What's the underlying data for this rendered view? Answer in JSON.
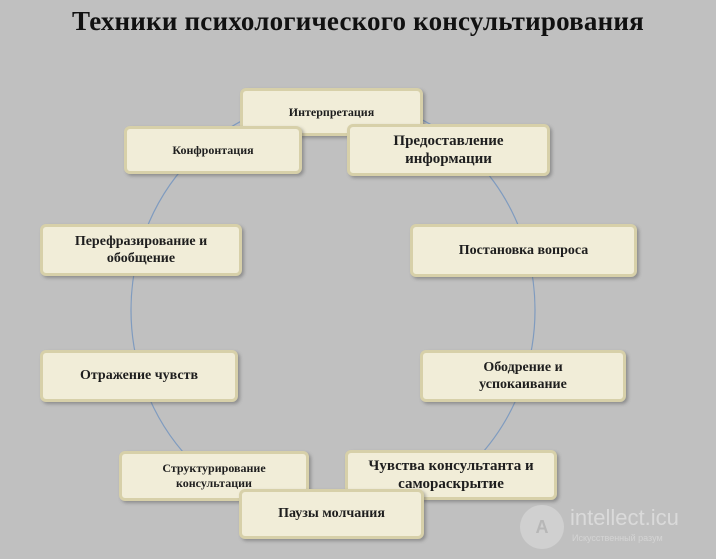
{
  "title": "Техники психологического консультирования",
  "nodes": {
    "interpretation": "Интерпретация",
    "confrontation": "Конфронтация",
    "providing_information": "Предоставление информации",
    "paraphrasing": "Перефразирование и обобщение",
    "questioning": "Постановка вопроса",
    "reflection_of_feelings": "Отражение чувств",
    "encouragement": "Ободрение и успокаивание",
    "structuring": "Структурирование консультации",
    "self_disclosure": "Чувства консультанта и самораскрытие",
    "pauses_of_silence": "Паузы молчания"
  },
  "watermark": {
    "logo_letter": "A",
    "name": "intellect.icu",
    "subtitle": "Искусственный разум"
  },
  "colors": {
    "background": "#c0c0c0",
    "box_fill": "#f1edd8",
    "box_border": "#d7d0a9",
    "ring": "#7f9bbf"
  }
}
